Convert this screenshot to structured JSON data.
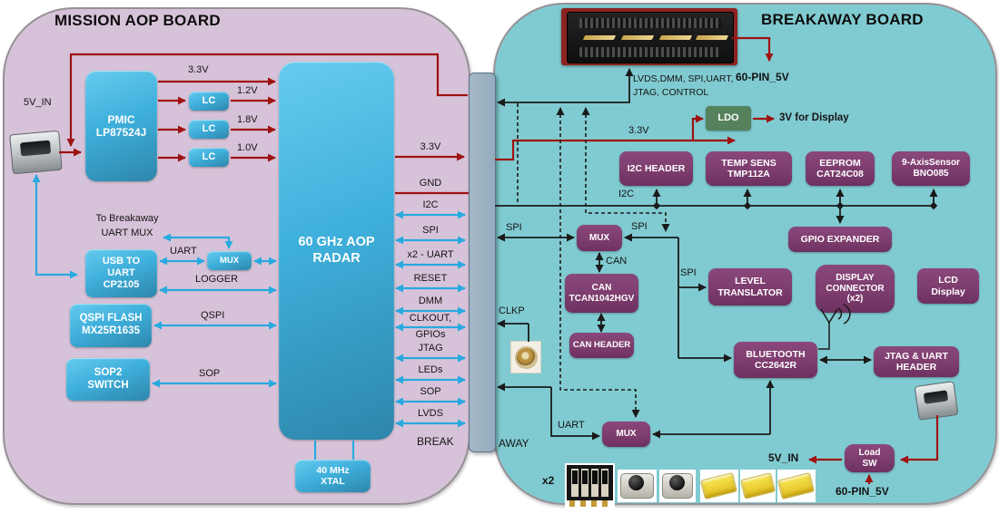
{
  "colors": {
    "mission_bg": "#d7c3d9",
    "breakaway_bg": "#80cbd1",
    "strip": "#93acbe",
    "block_blue": "#3fb0dc",
    "block_purple": "#7d3d6e",
    "block_green": "#55815c",
    "wire_red": "#9e1212",
    "wire_blue": "#29a9e0",
    "wire_black": "#1a1a1a"
  },
  "mission": {
    "title": "MISSION AOP BOARD",
    "blocks": {
      "pmic": [
        "PMIC",
        "LP87524J"
      ],
      "lc1": "LC",
      "lc2": "LC",
      "lc3": "LC",
      "radar": [
        "60 GHz AOP",
        "RADAR"
      ],
      "usb_uart": [
        "USB TO",
        "UART",
        "CP2105"
      ],
      "mux": "MUX",
      "qspi_flash": [
        "QSPI FLASH",
        "MX25R1635"
      ],
      "sop2_switch": [
        "SOP2",
        "SWITCH"
      ],
      "xtal": [
        "40 MHz",
        "XTAL"
      ]
    },
    "labels": {
      "v5in": "5V_IN",
      "v33": "3.3V",
      "v12": "1.2V",
      "v18": "1.8V",
      "v10": "1.0V",
      "to_breakaway1": "To Breakaway",
      "to_breakaway2": "UART MUX",
      "uart": "UART",
      "logger": "LOGGER",
      "qspi": "QSPI",
      "sop": "SOP",
      "break": "BREAK"
    },
    "pins": {
      "v33": "3.3V",
      "gnd": "GND",
      "i2c": "I2C",
      "spi": "SPI",
      "uart2": "x2 - UART",
      "reset": "RESET",
      "dmm": "DMM",
      "clkout": "CLKOUT,",
      "gpios": "GPIOs",
      "jtag": "JTAG",
      "leds": "LEDs",
      "sop": "SOP",
      "lvds": "LVDS"
    }
  },
  "breakaway": {
    "title": "BREAKAWAY BOARD",
    "blocks": {
      "ldo": "LDO",
      "i2c_header": "I2C HEADER",
      "temp_sens": [
        "TEMP SENS",
        "TMP112A"
      ],
      "eeprom": [
        "EEPROM",
        "CAT24C08"
      ],
      "axis9": [
        "9-AxisSensor",
        "BNO085"
      ],
      "gpio_expander": "GPIO EXPANDER",
      "mux_spi": "MUX",
      "can": [
        "CAN",
        "TCAN1042HGV"
      ],
      "can_header": "CAN HEADER",
      "level_translator": [
        "LEVEL",
        "TRANSLATOR"
      ],
      "display_connector": [
        "DISPLAY",
        "CONNECTOR",
        "(x2)"
      ],
      "lcd": [
        "LCD",
        "Display"
      ],
      "bluetooth": [
        "BLUETOOTH",
        "CC2642R"
      ],
      "jtag_uart_header": [
        "JTAG & UART",
        "HEADER"
      ],
      "mux_uart": "MUX",
      "load_sw": [
        "Load",
        "SW"
      ]
    },
    "labels": {
      "pin60_top": "60-PIN_5V",
      "bus_line1": "LVDS,DMM, SPI,UART,",
      "bus_line2": "JTAG, CONTROL",
      "v33": "3.3V",
      "v3_display": "3V for Display",
      "i2c": "I2C",
      "spi_left": "SPI",
      "spi_right": "SPI",
      "spi_translator": "SPI",
      "can": "CAN",
      "clkp": "CLKP",
      "uart": "UART",
      "away": "AWAY",
      "x2": "x2",
      "v5in": "5V_IN",
      "pin60_bottom": "60-PIN_5V"
    }
  }
}
